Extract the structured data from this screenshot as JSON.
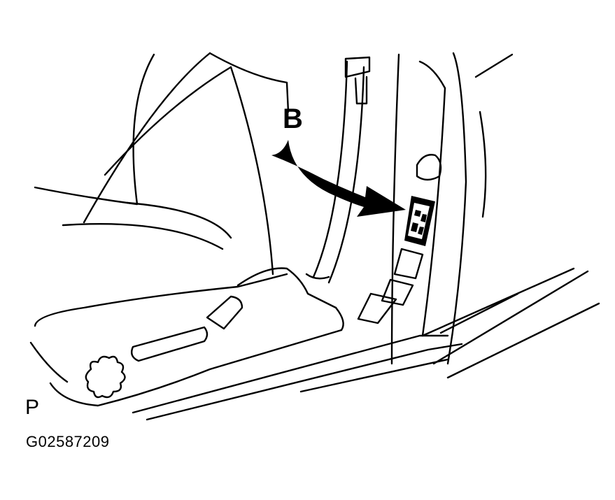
{
  "labels": {
    "callout": "B",
    "view_letter": "P",
    "figure_code": "G02587209"
  },
  "colors": {
    "line": "#000000",
    "background": "#ffffff"
  }
}
